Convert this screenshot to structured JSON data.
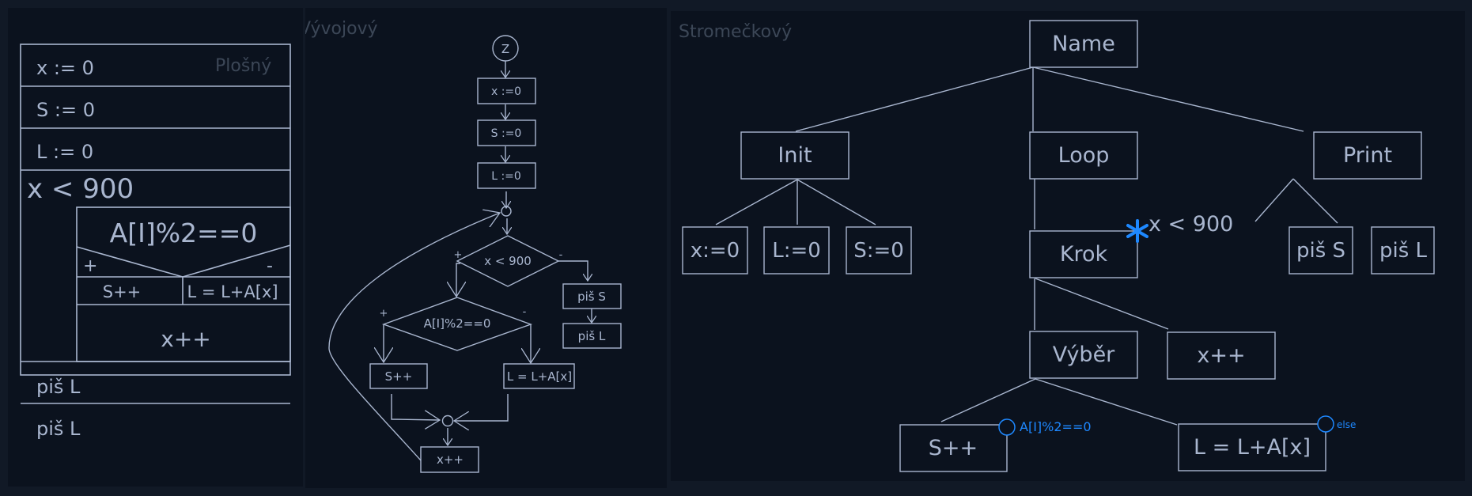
{
  "colors": {
    "background": "#111926",
    "panel": "#0b121e",
    "line": "#a9b6cf",
    "muted_title": "#3c4757",
    "accent": "#1e88ff"
  },
  "nassi": {
    "title": "Plošný",
    "rows": [
      "x := 0",
      "S := 0",
      "L := 0"
    ],
    "loop_condition": "x < 900",
    "if_condition": "A[I]%2==0",
    "if_true_label": "+",
    "if_false_label": "-",
    "true_branch": "S++",
    "false_branch": "L = L+A[x]",
    "loop_body_after": "x++",
    "after_rows": [
      "piš L",
      "piš L"
    ]
  },
  "flowchart": {
    "title": "Vývojový",
    "start": "Z",
    "init": [
      "x :=0",
      "S :=0",
      "L :=0"
    ],
    "loop_condition": "x < 900",
    "loop_plus": "+",
    "loop_minus": "-",
    "if_condition": "A[I]%2==0",
    "if_plus": "+",
    "if_minus": "-",
    "true_branch": "S++",
    "false_branch": "L = L+A[x]",
    "increment": "x++",
    "outputs": [
      "piš S",
      "piš L"
    ]
  },
  "tree": {
    "title": "Stromečkový",
    "root": "Name",
    "level1": [
      "Init",
      "Loop",
      "Print"
    ],
    "init_children": [
      "x:=0",
      "L:=0",
      "S:=0"
    ],
    "loop_child": "Krok",
    "loop_condition": "x < 900",
    "krok_children": [
      "Výběr",
      "x++"
    ],
    "vyber_children": [
      "S++",
      "L = L+A[x]"
    ],
    "branch_conditions": [
      "A[I]%2==0",
      "else"
    ],
    "print_children": [
      "piš S",
      "piš L"
    ]
  }
}
